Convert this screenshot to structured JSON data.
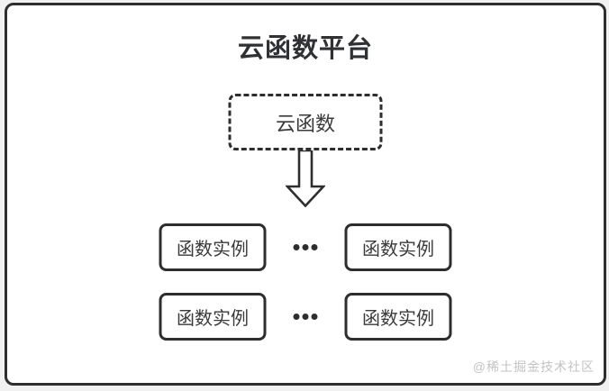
{
  "diagram": {
    "title": "云函数平台",
    "cloud_function": {
      "label": "云函数"
    },
    "rows": [
      {
        "left": "函数实例",
        "right": "函数实例"
      },
      {
        "left": "函数实例",
        "right": "函数实例"
      }
    ],
    "icons": {
      "down_arrow": "down-arrow-icon",
      "ellipsis": "•••"
    },
    "colors": {
      "border": "#2e2e2e",
      "text": "#3a3a3a",
      "title_text": "#2f3134",
      "card_background": "#ffffff",
      "page_background": "#f1f1f1",
      "watermark": "#c3c3c3"
    },
    "watermark": "@稀土掘金技术社区"
  }
}
